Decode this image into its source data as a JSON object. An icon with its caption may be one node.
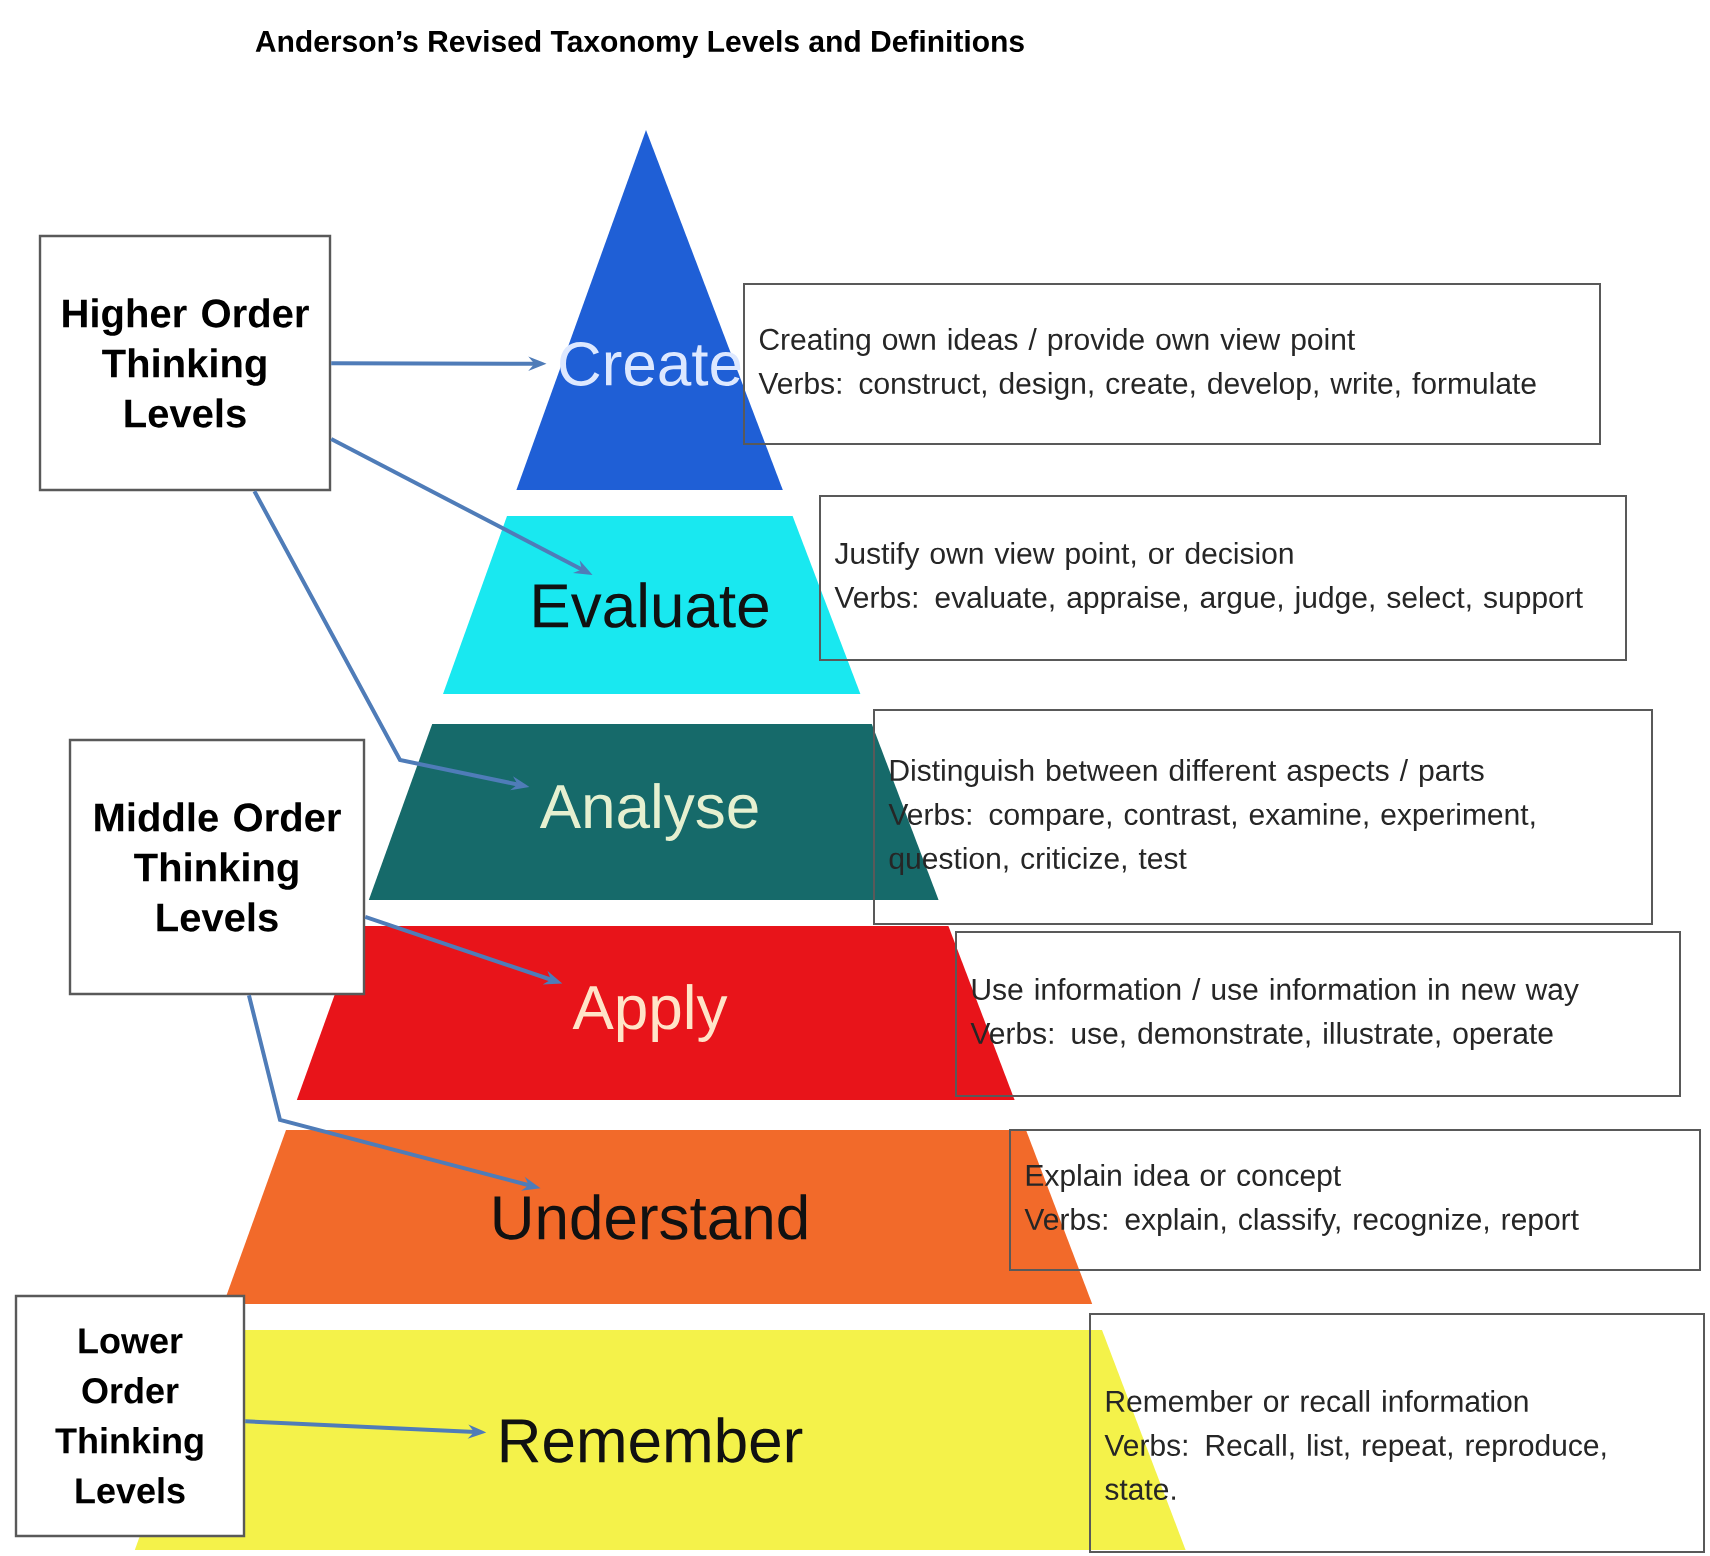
{
  "diagram": {
    "title": "Anderson’s Revised Taxonomy Levels and Definitions",
    "nodes": [
      {
        "text": [
          "Higher Order Thinking Levels"
        ]
      },
      {
        "text": [
          "Middle Order Thinking Levels"
        ]
      },
      {
        "text": [
          "Lower Order Thinking Levels"
        ]
      },
      {
        "text": [
          "Create"
        ]
      },
      {
        "text": [
          "Evaluate"
        ]
      },
      {
        "text": [
          "Analyse"
        ]
      },
      {
        "text": [
          "Apply"
        ]
      },
      {
        "text": [
          "Understand"
        ]
      },
      {
        "text": [
          "Remember"
        ]
      },
      {
        "text": [
          "Creating own ideas / provide own view point",
          "Verbs: construct, design, create, develop, write, formulate"
        ]
      },
      {
        "text": [
          "Justify own view point, or decision",
          "Verbs: evaluate, appraise, argue, judge, select, support"
        ]
      },
      {
        "text": [
          "Distinguish between different aspects / parts",
          "Verbs: compare, contrast, examine, experiment, question, criticize, test"
        ]
      },
      {
        "text": [
          "Use information / use information in new way",
          "Verbs: use, demonstrate, illustrate, operate"
        ]
      },
      {
        "text": [
          "Explain idea or concept",
          "Verbs: explain, classify, recognize, report"
        ]
      },
      {
        "text": [
          "Remember or recall information",
          "Verbs: Recall, list, repeat, reproduce, state."
        ]
      }
    ],
    "edges": [
      {
        "from": 0,
        "to": 3,
        "arrow": "to"
      },
      {
        "from": 0,
        "to": 4,
        "arrow": "to"
      },
      {
        "from": 0,
        "to": 5,
        "arrow": "to"
      },
      {
        "from": 1,
        "to": 6,
        "arrow": "to"
      },
      {
        "from": 1,
        "to": 7,
        "arrow": "to"
      },
      {
        "from": 2,
        "to": 8,
        "arrow": "to"
      }
    ]
  }
}
